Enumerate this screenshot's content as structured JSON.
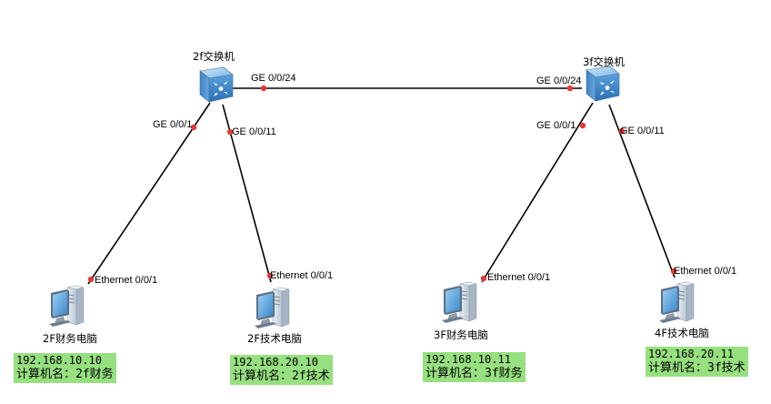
{
  "devices": {
    "sw2f": {
      "label": "2f交换机",
      "type": "switch"
    },
    "sw3f": {
      "label": "3f交换机",
      "type": "switch"
    },
    "pc2f_fin": {
      "label": "2F财务电脑",
      "type": "pc"
    },
    "pc2f_tech": {
      "label": "2F技术电脑",
      "type": "pc"
    },
    "pc3f_fin": {
      "label": "3F财务电脑",
      "type": "pc"
    },
    "pc4f_tech": {
      "label": "4F技术电脑",
      "type": "pc"
    }
  },
  "ports": {
    "sw2f_uplink": "GE 0/0/24",
    "sw3f_uplink": "GE 0/0/24",
    "sw2f_p1": "GE 0/0/1",
    "sw2f_p11": "GE 0/0/11",
    "sw3f_p1": "GE 0/0/1",
    "sw3f_p11": "GE 0/0/11",
    "pc2f_fin_eth": "Ethernet 0/0/1",
    "pc2f_tech_eth": "Ethernet 0/0/1",
    "pc3f_fin_eth": "Ethernet 0/0/1",
    "pc4f_tech_eth": "Ethernet 0/0/1"
  },
  "notes": {
    "pc2f_fin": {
      "ip": "192.168.10.10",
      "name": "计算机名：2f财务"
    },
    "pc2f_tech": {
      "ip": "192.168.20.10",
      "name": "计算机名：2f技术"
    },
    "pc3f_fin": {
      "ip": "192.168.10.11",
      "name": "计算机名：3f财务"
    },
    "pc4f_tech": {
      "ip": "192.168.20.11",
      "name": "计算机名：3f技术"
    }
  },
  "colors": {
    "note_bg": "#96e07f",
    "port_dot": "#e53935",
    "switch_blue": "#3f86c8"
  }
}
